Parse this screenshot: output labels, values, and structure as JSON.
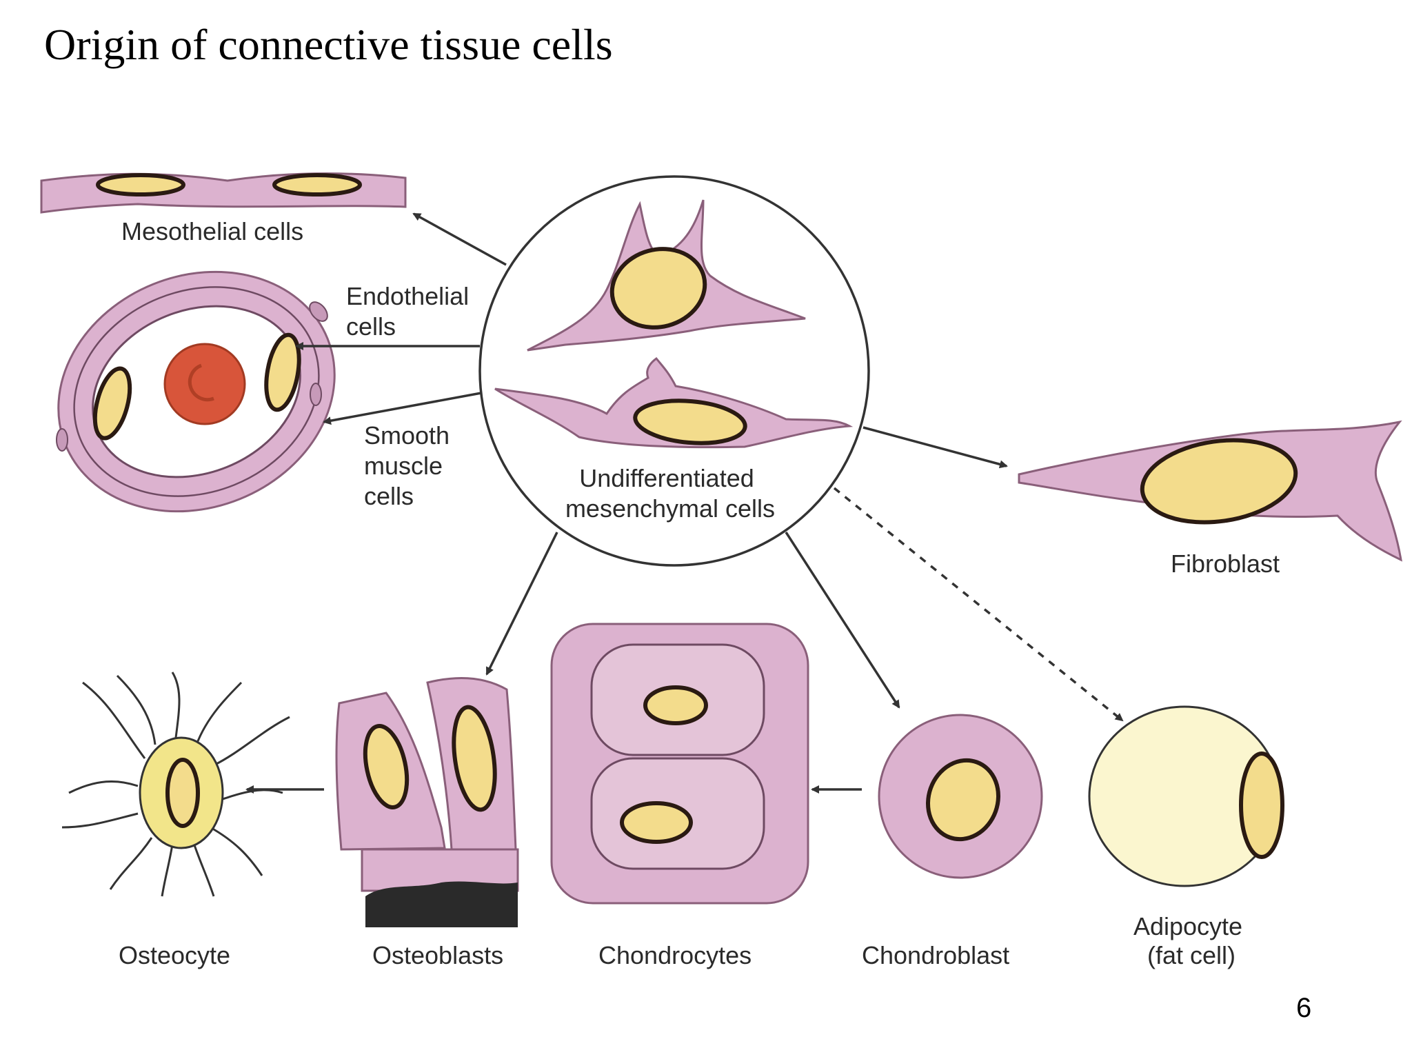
{
  "slide": {
    "title": "Origin of connective tissue cells",
    "page_number": "6"
  },
  "diagram": {
    "center_label": [
      "Undifferentiated",
      "mesenchymal cells"
    ],
    "labels": {
      "mesothelial": "Mesothelial cells",
      "endothelial": [
        "Endothelial",
        "cells"
      ],
      "smooth_muscle": [
        "Smooth",
        "muscle",
        "cells"
      ],
      "fibroblast": "Fibroblast",
      "osteocyte": "Osteocyte",
      "osteoblasts": "Osteoblasts",
      "chondrocytes": "Chondrocytes",
      "chondroblast": "Chondroblast",
      "adipocyte": [
        "Adipocyte",
        "(fat cell)"
      ]
    },
    "colors": {
      "cytoplasm": "#dcb2cf",
      "nucleus": "#f3dc8c",
      "red_blood_cell": "#d8553a",
      "fat_droplet": "#fbf6cf"
    }
  }
}
